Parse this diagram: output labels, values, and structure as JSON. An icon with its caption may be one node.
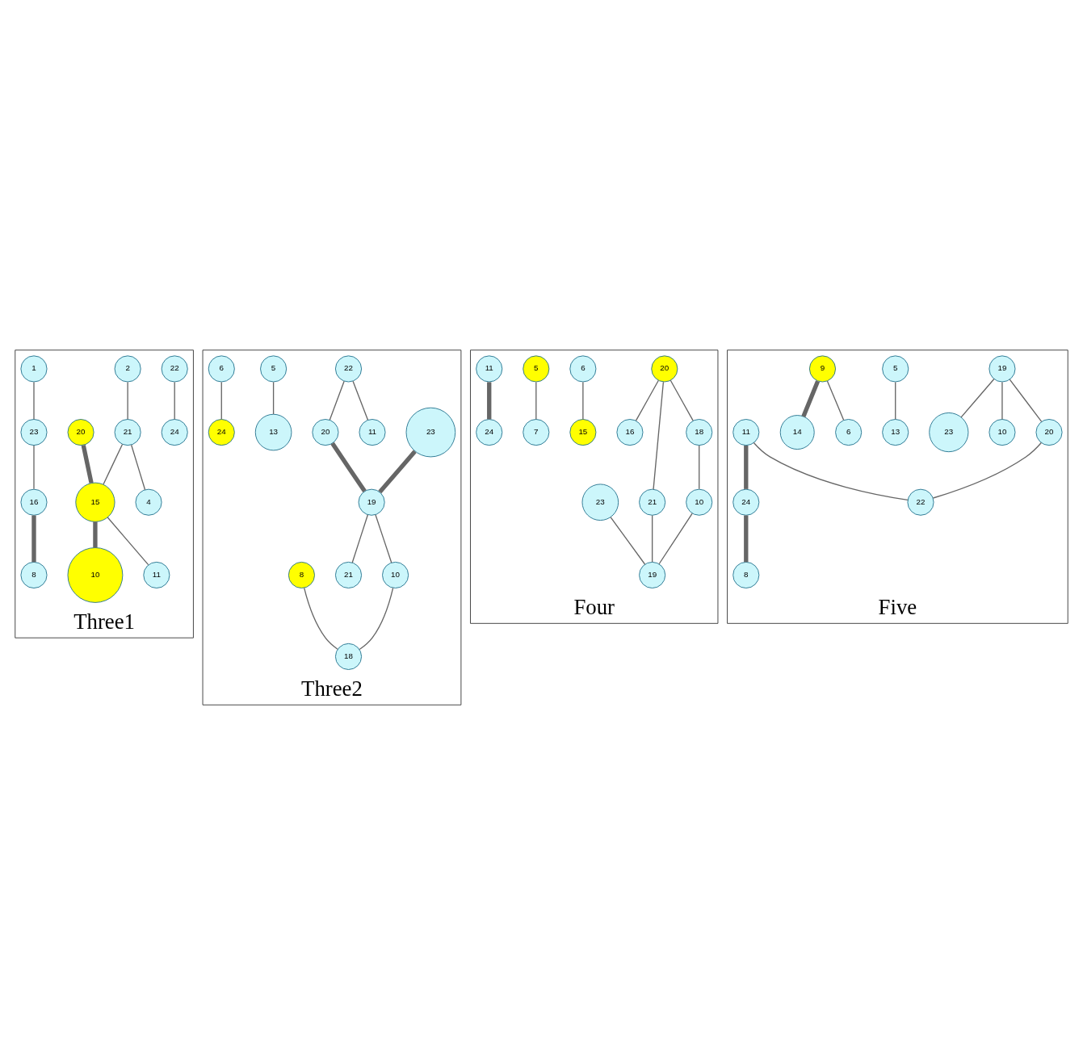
{
  "diagram": {
    "nodes": [
      {
        "text": [
          "Three1"
        ]
      },
      {
        "text": [
          "22"
        ],
        "in": 0
      },
      {
        "text": [
          "2"
        ],
        "in": 0
      },
      {
        "text": [
          "1"
        ],
        "in": 0
      },
      {
        "text": [
          "20"
        ],
        "in": 0
      },
      {
        "text": [
          "21"
        ],
        "in": 0
      },
      {
        "text": [
          "15"
        ],
        "in": 0
      },
      {
        "text": [
          "24"
        ],
        "in": 0
      },
      {
        "text": [
          "23"
        ],
        "in": 0
      },
      {
        "text": [
          "11"
        ],
        "in": 0
      },
      {
        "text": [
          "4"
        ],
        "in": 0
      },
      {
        "text": [
          "10"
        ],
        "in": 0
      },
      {
        "text": [
          "16"
        ],
        "in": 0
      },
      {
        "text": [
          "8"
        ],
        "in": 0
      },
      {
        "text": [
          "Three2"
        ]
      },
      {
        "text": [
          "23"
        ],
        "in": 14
      },
      {
        "text": [
          "20"
        ],
        "in": 14
      },
      {
        "text": [
          "22"
        ],
        "in": 14
      },
      {
        "text": [
          "19"
        ],
        "in": 14
      },
      {
        "text": [
          "21"
        ],
        "in": 14
      },
      {
        "text": [
          "5"
        ],
        "in": 14
      },
      {
        "text": [
          "6"
        ],
        "in": 14
      },
      {
        "text": [
          "11"
        ],
        "in": 14
      },
      {
        "text": [
          "13"
        ],
        "in": 14
      },
      {
        "text": [
          "10"
        ],
        "in": 14
      },
      {
        "text": [
          "24"
        ],
        "in": 14
      },
      {
        "text": [
          "8"
        ],
        "in": 14
      },
      {
        "text": [
          "18"
        ],
        "in": 14
      },
      {
        "text": [
          "Four"
        ]
      },
      {
        "text": [
          "20"
        ],
        "in": 28
      },
      {
        "text": [
          "16"
        ],
        "in": 28
      },
      {
        "text": [
          "21"
        ],
        "in": 28
      },
      {
        "text": [
          "15"
        ],
        "in": 28
      },
      {
        "text": [
          "6"
        ],
        "in": 28
      },
      {
        "text": [
          "7"
        ],
        "in": 28
      },
      {
        "text": [
          "18"
        ],
        "in": 28
      },
      {
        "text": [
          "5"
        ],
        "in": 28
      },
      {
        "text": [
          "11"
        ],
        "in": 28
      },
      {
        "text": [
          "23"
        ],
        "in": 28
      },
      {
        "text": [
          "24"
        ],
        "in": 28
      },
      {
        "text": [
          "19"
        ],
        "in": 28
      },
      {
        "text": [
          "10"
        ],
        "in": 28
      },
      {
        "text": [
          "Five"
        ]
      },
      {
        "text": [
          "19"
        ],
        "in": 42
      },
      {
        "text": [
          "20"
        ],
        "in": 42
      },
      {
        "text": [
          "23"
        ],
        "in": 42
      },
      {
        "text": [
          "10"
        ],
        "in": 42
      },
      {
        "text": [
          "5"
        ],
        "in": 42
      },
      {
        "text": [
          "6"
        ],
        "in": 42
      },
      {
        "text": [
          "9"
        ],
        "in": 42
      },
      {
        "text": [
          "22"
        ],
        "in": 42
      },
      {
        "text": [
          "11"
        ],
        "in": 42
      },
      {
        "text": [
          "13"
        ],
        "in": 42
      },
      {
        "text": [
          "8"
        ],
        "in": 42
      },
      {
        "text": [
          "14"
        ],
        "in": 42
      },
      {
        "text": [
          "24"
        ],
        "in": 42
      }
    ],
    "edges": [
      {
        "from": 1,
        "to": 7,
        "arrow": "none"
      },
      {
        "from": 2,
        "to": 5,
        "arrow": "none"
      },
      {
        "from": 5,
        "to": 6,
        "arrow": "none"
      },
      {
        "from": 5,
        "to": 10,
        "arrow": "none"
      },
      {
        "from": 4,
        "to": 6,
        "arrow": "none",
        "style": "thick"
      },
      {
        "from": 6,
        "to": 9,
        "arrow": "none"
      },
      {
        "from": 6,
        "to": 11,
        "arrow": "none",
        "style": "thick"
      },
      {
        "from": 3,
        "to": 8,
        "arrow": "none"
      },
      {
        "from": 8,
        "to": 12,
        "arrow": "none"
      },
      {
        "from": 12,
        "to": 13,
        "arrow": "none",
        "style": "thick"
      },
      {
        "from": 17,
        "to": 16,
        "arrow": "none"
      },
      {
        "from": 16,
        "to": 18,
        "arrow": "none",
        "style": "thick"
      },
      {
        "from": 15,
        "to": 18,
        "arrow": "none",
        "style": "thick"
      },
      {
        "from": 18,
        "to": 19,
        "arrow": "none"
      },
      {
        "from": 17,
        "to": 22,
        "arrow": "none"
      },
      {
        "from": 18,
        "to": 24,
        "arrow": "none"
      },
      {
        "from": 20,
        "to": 23,
        "arrow": "none"
      },
      {
        "from": 21,
        "to": 25,
        "arrow": "none"
      },
      {
        "from": 24,
        "to": 27,
        "arrow": "none"
      },
      {
        "from": 26,
        "to": 27,
        "arrow": "none"
      },
      {
        "from": 29,
        "to": 30,
        "arrow": "none"
      },
      {
        "from": 29,
        "to": 31,
        "arrow": "none"
      },
      {
        "from": 29,
        "to": 35,
        "arrow": "none"
      },
      {
        "from": 33,
        "to": 32,
        "arrow": "none"
      },
      {
        "from": 36,
        "to": 34,
        "arrow": "none"
      },
      {
        "from": 37,
        "to": 39,
        "arrow": "none",
        "style": "thick"
      },
      {
        "from": 38,
        "to": 40,
        "arrow": "none"
      },
      {
        "from": 31,
        "to": 40,
        "arrow": "none"
      },
      {
        "from": 35,
        "to": 41,
        "arrow": "none"
      },
      {
        "from": 41,
        "to": 40,
        "arrow": "none"
      },
      {
        "from": 43,
        "to": 45,
        "arrow": "none"
      },
      {
        "from": 43,
        "to": 46,
        "arrow": "none"
      },
      {
        "from": 43,
        "to": 44,
        "arrow": "none"
      },
      {
        "from": 44,
        "to": 50,
        "arrow": "none"
      },
      {
        "from": 49,
        "to": 48,
        "arrow": "none"
      },
      {
        "from": 49,
        "to": 54,
        "arrow": "none",
        "style": "thick"
      },
      {
        "from": 51,
        "to": 50,
        "arrow": "none"
      },
      {
        "from": 47,
        "to": 52,
        "arrow": "none"
      },
      {
        "from": 51,
        "to": 55,
        "arrow": "none",
        "style": "thick"
      },
      {
        "from": 55,
        "to": 53,
        "arrow": "none",
        "style": "thick"
      }
    ]
  }
}
